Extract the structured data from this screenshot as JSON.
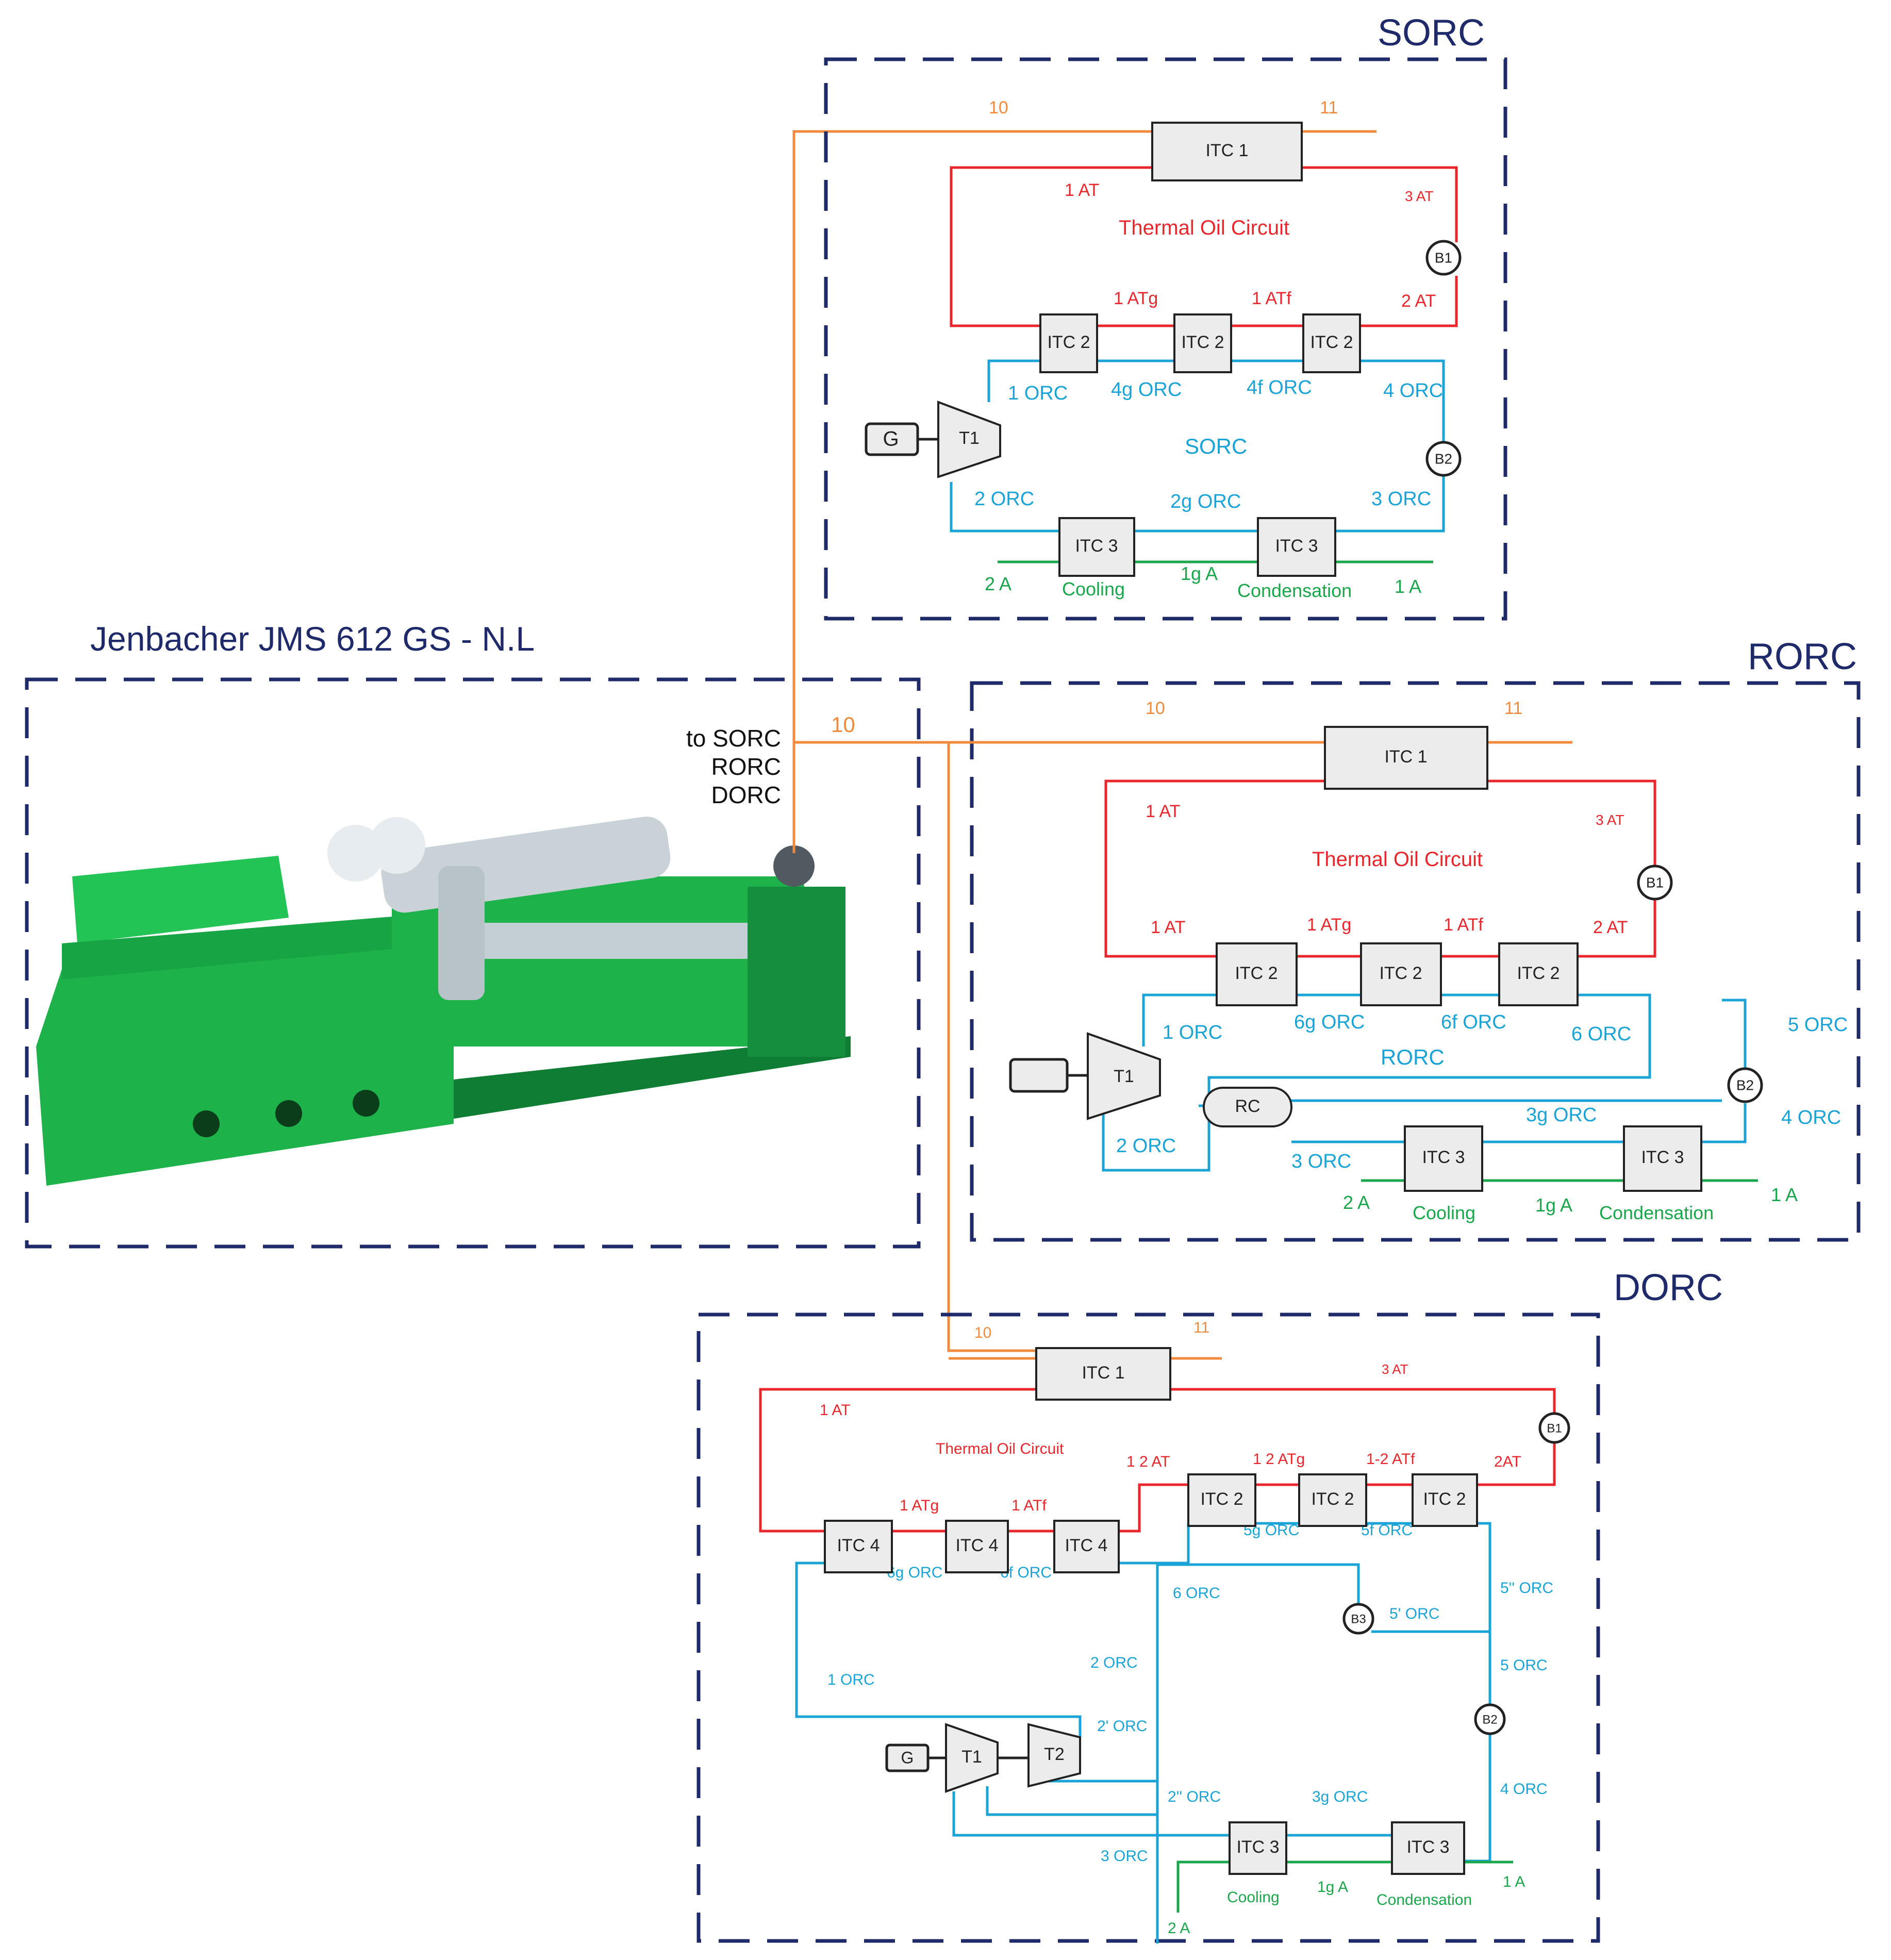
{
  "engine": {
    "title": "Jenbacher JMS 612 GS - N.L",
    "exhaust_label": "10",
    "to_label_1": "to SORC",
    "to_label_2": "RORC",
    "to_label_3": "DORC"
  },
  "colors": {
    "exhaust": "#f08a3c",
    "thermal_oil": "#e8262b",
    "orc": "#1aa3d6",
    "cooling_air": "#1aa64a",
    "frame": "#1f2a6b",
    "engine_green": "#1db34a"
  },
  "sorc": {
    "title": "SORC",
    "itc1": "ITC 1",
    "itc2": "ITC 2",
    "itc3": "ITC 3",
    "oil_circuit": "Thermal Oil Circuit",
    "cycle": "SORC",
    "exh_in": "10",
    "exh_out": "11",
    "oil_1": "1 AT",
    "oil_3": "3 AT",
    "oil_2": "2 AT",
    "oil_1g": "1 ATg",
    "oil_1f": "1 ATf",
    "orc_1": "1 ORC",
    "orc_4g": "4g ORC",
    "orc_4f": "4f ORC",
    "orc_4": "4 ORC",
    "orc_2": "2 ORC",
    "orc_2g": "2g ORC",
    "orc_3": "3 ORC",
    "air_2": "2 A",
    "air_1g": "1g A",
    "air_1": "1 A",
    "cooling": "Cooling",
    "condensation": "Condensation",
    "gen": "G",
    "turbine": "T1",
    "pump1": "B1",
    "pump2": "B2"
  },
  "rorc": {
    "title": "RORC",
    "itc1": "ITC 1",
    "itc2": "ITC 2",
    "itc3": "ITC 3",
    "rc": "RC",
    "oil_circuit": "Thermal Oil Circuit",
    "cycle": "RORC",
    "exh_in": "10",
    "exh_out": "11",
    "oil_1": "1 AT",
    "oil_3": "3 AT",
    "oil_2": "2 AT",
    "oil_1g": "1 ATg",
    "oil_1f": "1 ATf",
    "orc_1": "1 ORC",
    "orc_6g": "6g ORC",
    "orc_6f": "6f ORC",
    "orc_6": "6 ORC",
    "orc_5": "5 ORC",
    "orc_4": "4 ORC",
    "orc_3g": "3g ORC",
    "orc_3": "3 ORC",
    "orc_2": "2 ORC",
    "air_2": "2 A",
    "air_1g": "1g A",
    "air_1": "1 A",
    "cooling": "Cooling",
    "condensation": "Condensation",
    "turbine": "T1",
    "pump1": "B1",
    "pump2": "B2"
  },
  "dorc": {
    "title": "DORC",
    "itc1": "ITC 1",
    "itc2": "ITC 2",
    "itc3": "ITC 3",
    "itc4": "ITC 4",
    "oil_circuit": "Thermal Oil Circuit",
    "exh_in": "10",
    "exh_out": "11",
    "oil_1": "1 AT",
    "oil_3": "3 AT",
    "oil_2": "2AT",
    "oil_1g": "1 ATg",
    "oil_1f": "1 ATf",
    "oil_12": "1 2 AT",
    "oil_12g": "1 2 ATg",
    "oil_12f": "1-2 ATf",
    "orc_5g": "5g ORC",
    "orc_5f": "5f ORC",
    "orc_6g": "6g ORC",
    "orc_6f": "6f ORC",
    "orc_6": "6 ORC",
    "orc_5pp": "5'' ORC",
    "orc_5p": "5' ORC",
    "orc_5": "5 ORC",
    "orc_2": "2 ORC",
    "orc_2p": "2' ORC",
    "orc_2pp": "2'' ORC",
    "orc_1": "1 ORC",
    "orc_3g": "3g ORC",
    "orc_3": "3 ORC",
    "orc_4": "4 ORC",
    "air_2": "2 A",
    "air_1g": "1g A",
    "air_1": "1 A",
    "cooling": "Cooling",
    "condensation": "Condensation",
    "gen": "G",
    "turbine1": "T1",
    "turbine2": "T2",
    "pump1": "B1",
    "pump2": "B2",
    "pump3": "B3"
  }
}
